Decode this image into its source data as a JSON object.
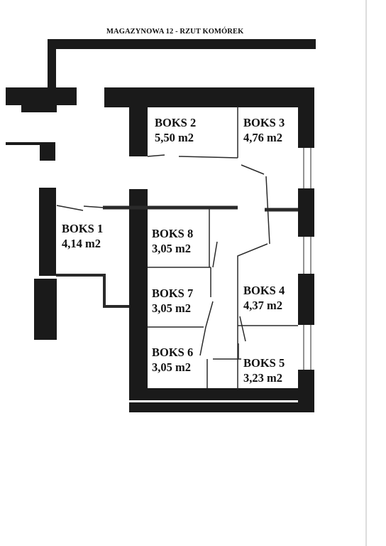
{
  "title": "MAGAZYNOWA 12 - RZUT KOMÓREK",
  "colors": {
    "wall": "#1a1a1a",
    "line": "#2a2a2a",
    "paper": "#ffffff"
  },
  "rooms": [
    {
      "name": "BOKS 1",
      "area": "4,14 m2"
    },
    {
      "name": "BOKS 2",
      "area": "5,50 m2"
    },
    {
      "name": "BOKS 3",
      "area": "4,76 m2"
    },
    {
      "name": "BOKS 4",
      "area": "4,37 m2"
    },
    {
      "name": "BOKS 5",
      "area": "3,23 m2"
    },
    {
      "name": "BOKS 6",
      "area": "3,05 m2"
    },
    {
      "name": "BOKS 7",
      "area": "3,05 m2"
    },
    {
      "name": "BOKS 8",
      "area": "3,05 m2"
    }
  ]
}
